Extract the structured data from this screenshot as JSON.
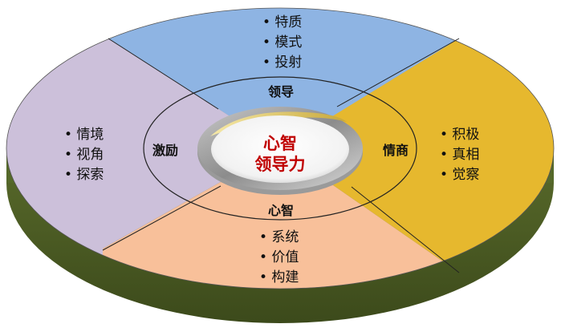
{
  "diagram": {
    "center": {
      "line1": "心智",
      "line2": "领导力"
    },
    "ring_labels": {
      "top": "领导",
      "right": "情商",
      "bottom": "心智",
      "left": "激励"
    },
    "quadrants": {
      "top": {
        "items": [
          "• 特质",
          "• 模式",
          "• 投射"
        ]
      },
      "right": {
        "items": [
          "• 积极",
          "• 真相",
          "• 觉察"
        ]
      },
      "bottom": {
        "items": [
          "• 系统",
          "• 价值",
          "• 构建"
        ]
      },
      "left": {
        "items": [
          "• 情境",
          "• 视角",
          "• 探索"
        ]
      }
    },
    "colors": {
      "top": "#8eb4e3",
      "right": "#e6b82e",
      "bottom": "#f8c09a",
      "left": "#ccc0da",
      "rim": "#4f6228",
      "center_text": "#c00000"
    }
  }
}
